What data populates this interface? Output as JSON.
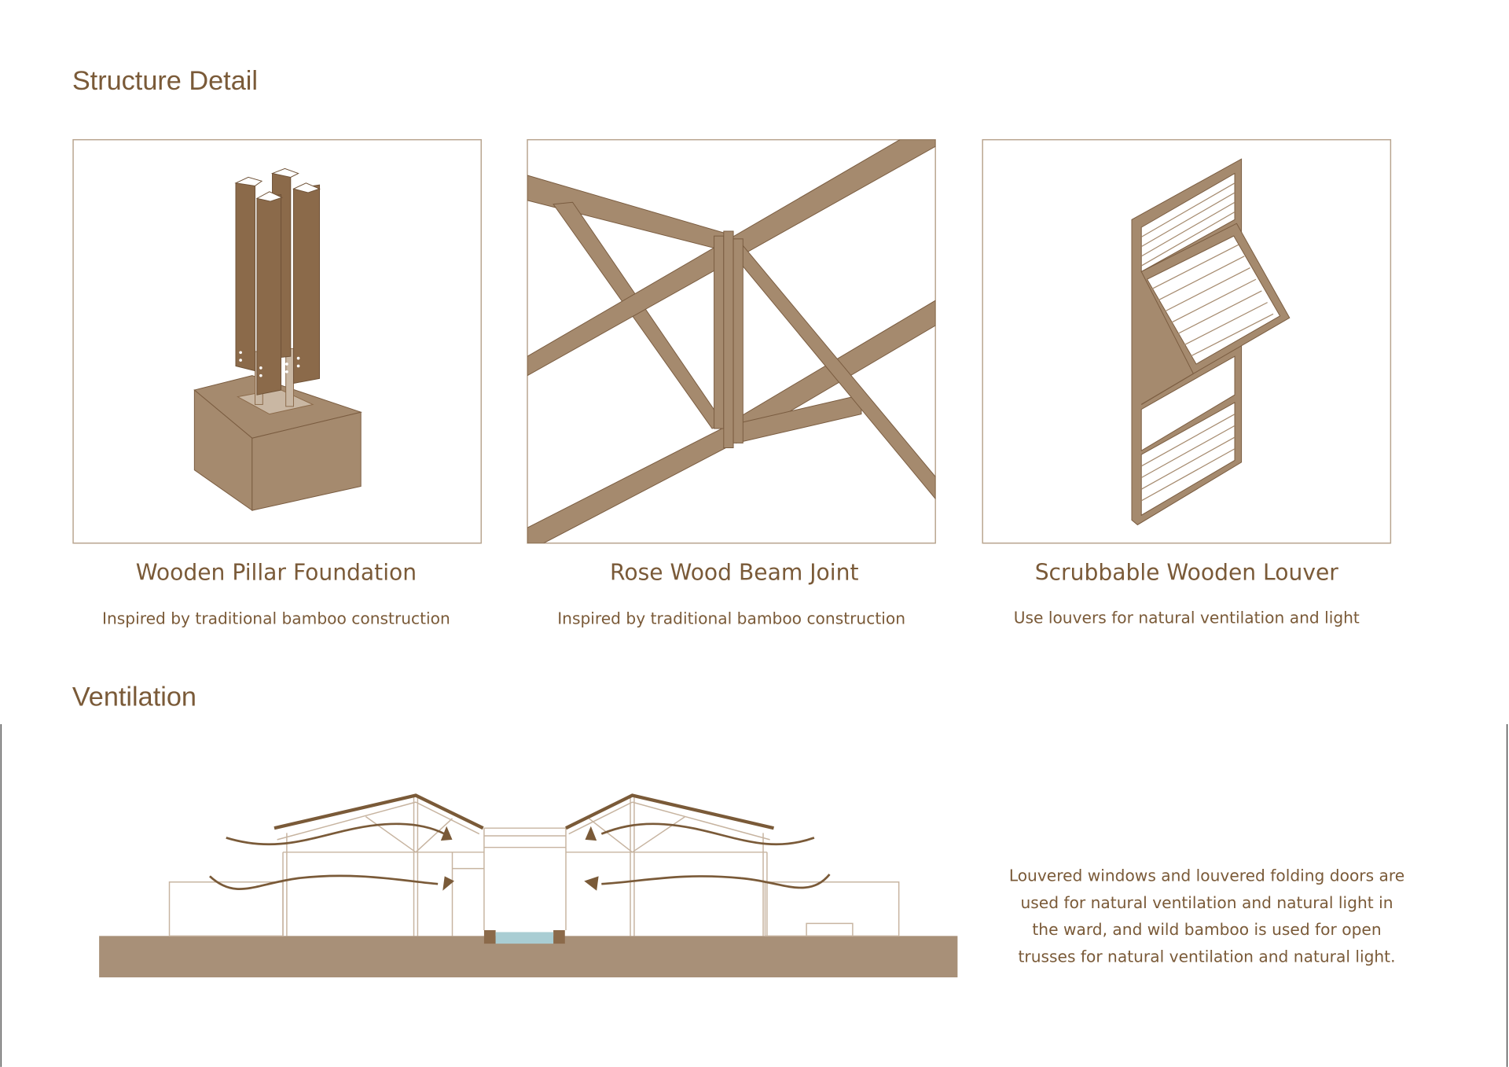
{
  "sections": {
    "structure_title": "Structure Detail",
    "ventilation_title": "Ventilation"
  },
  "details": [
    {
      "title": "Wooden Pillar Foundation",
      "description": "Inspired by traditional bamboo construction"
    },
    {
      "title": "Rose Wood Beam Joint",
      "description": "Inspired by traditional bamboo construction"
    },
    {
      "title": "Scrubbable Wooden Louver",
      "description": "Use louvers for natural ventilation and light"
    }
  ],
  "ventilation": {
    "description_lines": [
      "Louvered windows and louvered folding doors are",
      "used for natural ventilation and natural light in",
      "the ward, and wild bamboo is used for open",
      "trusses for natural ventilation and natural light."
    ]
  },
  "colors": {
    "text": "#7a5a38",
    "wood": "#8b6a4a",
    "ground": "#a89078",
    "water": "#a9cdd3"
  }
}
